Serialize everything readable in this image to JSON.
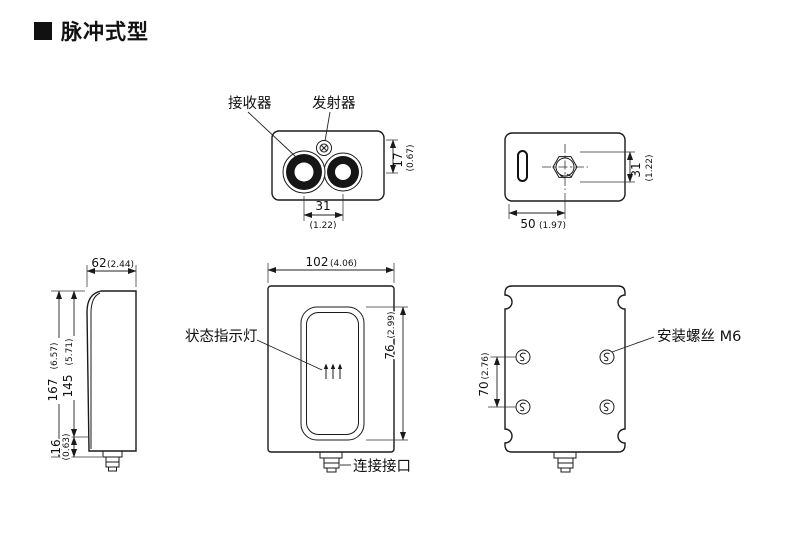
{
  "page": {
    "title": "脉冲式型"
  },
  "views": {
    "lens_front": {
      "receiver_label": "接收器",
      "transmitter_label": "发射器",
      "dim_height_mm": "17",
      "dim_height_in": "(0.67)",
      "dim_spacing_mm": "31",
      "dim_spacing_in": "(1.22)"
    },
    "rear_top": {
      "dim_height_mm": "31",
      "dim_height_in": "(1.22)",
      "dim_width_mm": "50",
      "dim_width_in": "(1.97)"
    },
    "side": {
      "dim_depth_mm": "62",
      "dim_depth_in": "(2.44)",
      "dim_total_mm": "167",
      "dim_total_in": "(6.57)",
      "dim_body_mm": "145",
      "dim_body_in": "(5.71)",
      "dim_bottom_mm": "16",
      "dim_bottom_in": "(0.63)"
    },
    "front": {
      "status_label": "状态指示灯",
      "connector_label": "连接接口",
      "dim_width_mm": "102",
      "dim_width_in": "(4.06)",
      "dim_window_mm": "76",
      "dim_window_in": "(2.99)"
    },
    "rear_bottom": {
      "screw_label": "安装螺丝 M6",
      "dim_pitch_mm": "70",
      "dim_pitch_in": "(2.76)"
    }
  }
}
